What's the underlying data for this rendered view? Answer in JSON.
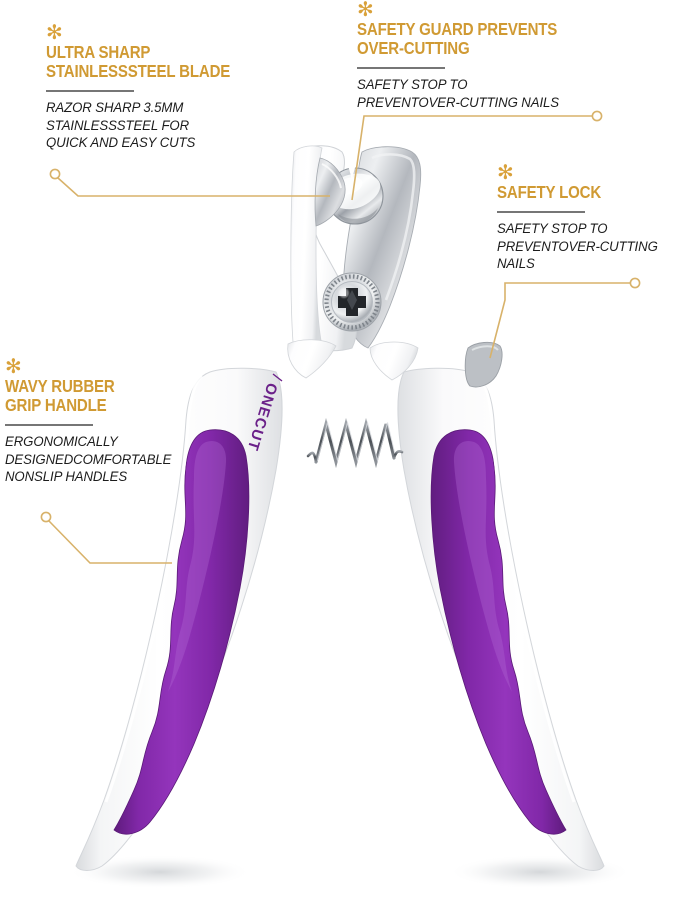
{
  "page": {
    "background": "#ffffff",
    "accent_gold": "#D09A33",
    "accent_star": "#D9A13A",
    "rule_gray": "#767676",
    "body_text": "#1c1c1c",
    "leader_line": "#D8B26A",
    "grip_purple": "#8128A8",
    "grip_purple_dark": "#6B2189",
    "metal_gray": "#B9BCC1",
    "body_white": "#FBFBFC"
  },
  "callouts": [
    {
      "id": "ultra-sharp-blade",
      "star": "✻",
      "title": "ULTRA SHARP\nSTAINLESSSTEEL BLADE",
      "body": "RAZOR SHARP 3.5MM\nSTAINLESSSTEEL FOR\nQUICK AND EASY CUTS"
    },
    {
      "id": "safety-guard",
      "star": "✻",
      "title": "SAFETY GUARD PREVENTS\nOVER-CUTTING",
      "body": "SAFETY STOP TO\nPREVENTOVER-CUTTING NAILS"
    },
    {
      "id": "safety-lock",
      "star": "✻",
      "title": "SAFETY LOCK",
      "body": "SAFETY STOP TO\nPREVENTOVER-CUTTING\nNAILS"
    },
    {
      "id": "wavy-rubber-grip",
      "star": "✻",
      "title": "WAVY RUBBER\nGRIP HANDLE",
      "body": "ERGONOMICALLY\nDESIGNEDCOMFORTABLE\nNONSLIP HANDLES"
    }
  ],
  "product": {
    "name": "pet-nail-clipper",
    "brand_text": "ONECUT",
    "brand_color": "#6B2189",
    "parts": [
      "cutting-blade-jaw",
      "safety-guard",
      "pivot-screw",
      "safety-lock-tab",
      "coil-spring",
      "left-handle",
      "right-handle",
      "purple-rubber-grip"
    ]
  }
}
